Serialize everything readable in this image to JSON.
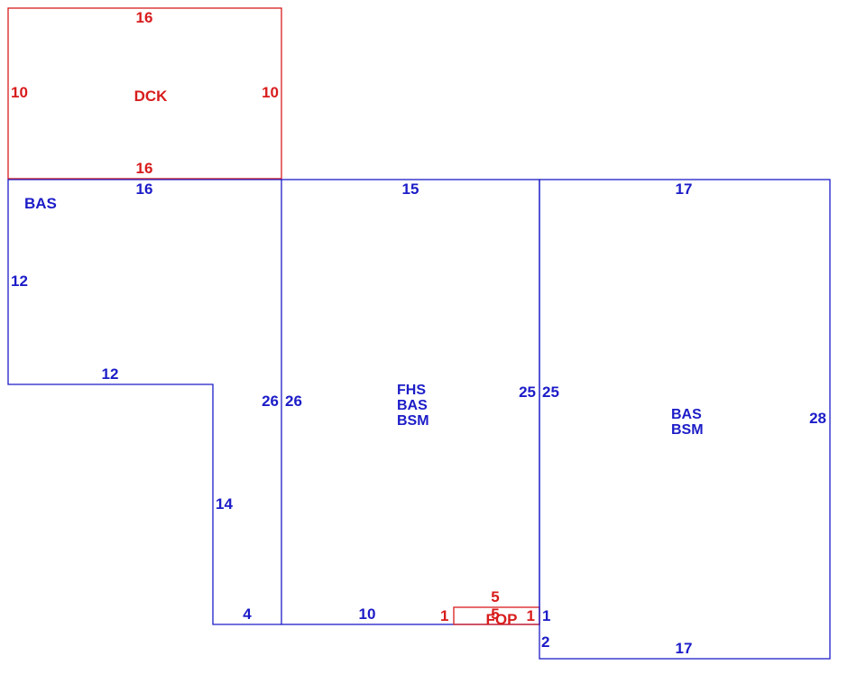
{
  "colors": {
    "blue": "#1c1cc8",
    "red": "#d81c1c"
  },
  "deck": {
    "code": "DCK",
    "top": "16",
    "bottom": "16",
    "left": "10",
    "right": "10"
  },
  "left_wing": {
    "code": "BAS",
    "top": "16",
    "left": "12",
    "step_top": "12",
    "step_side": "14",
    "bottom": "4",
    "right": "26"
  },
  "center_section": {
    "codes": [
      "FHS",
      "BAS",
      "BSM"
    ],
    "top": "15",
    "left": "26",
    "right": "25",
    "bottom": "10",
    "bottom_right": "1"
  },
  "porch": {
    "code": "FOP",
    "top": "5",
    "left": "1",
    "right": "1",
    "bottom": "5"
  },
  "right_section": {
    "codes": [
      "BAS",
      "BSM"
    ],
    "top": "17",
    "left": "25",
    "right": "28",
    "bottom": "17",
    "left_lower_1": "1",
    "left_lower_2": "2"
  }
}
